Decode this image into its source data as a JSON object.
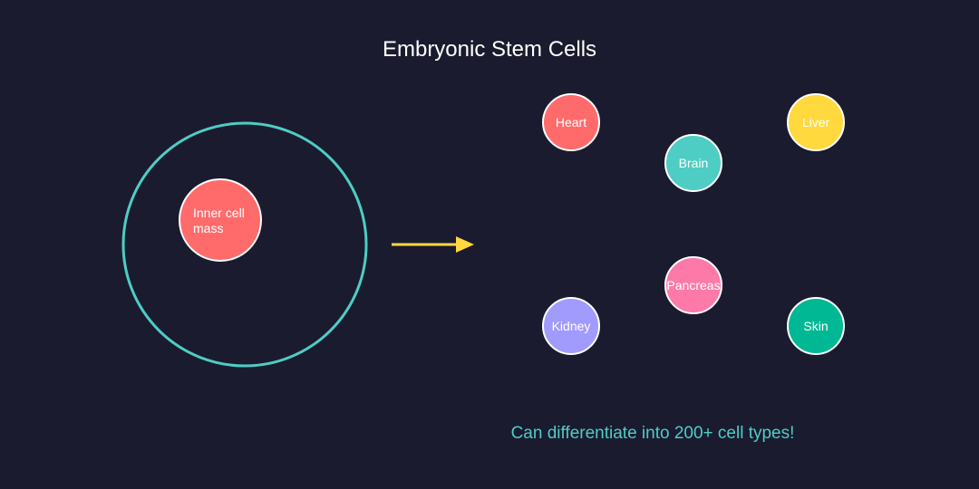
{
  "title": "Embryonic Stem Cells",
  "embryo": {
    "inner_cell_mass": [
      "Inner cell",
      "mass"
    ]
  },
  "cell_types": [
    {
      "label": "Heart",
      "color": "#ff6b6b"
    },
    {
      "label": "Brain",
      "color": "#4ecdc4"
    },
    {
      "label": "Liver",
      "color": "#ffd93d"
    },
    {
      "label": "Pancreas",
      "color": "#fd79a8"
    },
    {
      "label": "Kidney",
      "color": "#a29bfe"
    },
    {
      "label": "Skin",
      "color": "#00b894"
    }
  ],
  "caption": "Can differentiate into 200+ cell types!",
  "colors": {
    "background": "#1b1b2f",
    "title": "#ffffff",
    "embryo_ring": "#4ecdc4",
    "inner_cell_mass": "#ff6b6b",
    "arrow": "#ffd93d",
    "cell_outline": "#ffffff",
    "caption": "#4ecdc4"
  }
}
